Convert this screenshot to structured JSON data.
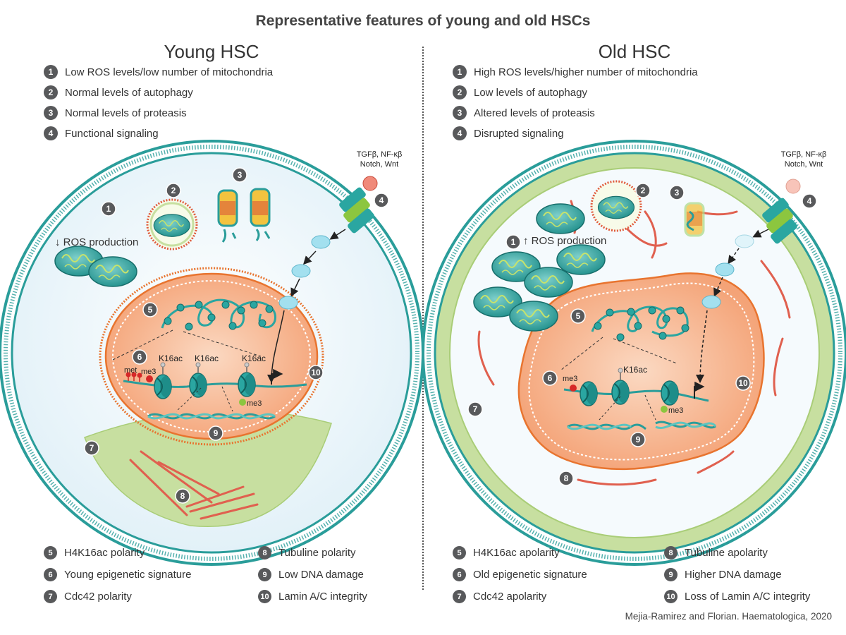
{
  "title": "Representative features of young and old HSCs",
  "young": {
    "title": "Young HSC",
    "top_features": [
      {
        "n": "1",
        "text": "Low ROS levels/low number of mitochondria"
      },
      {
        "n": "2",
        "text": "Normal levels of autophagy"
      },
      {
        "n": "3",
        "text": "Normal levels of proteasis"
      },
      {
        "n": "4",
        "text": "Functional signaling"
      }
    ],
    "bottom_features_left": [
      {
        "n": "5",
        "text": "H4K16ac polarity"
      },
      {
        "n": "6",
        "text": "Young epigenetic signature"
      },
      {
        "n": "7",
        "text": "Cdc42 polarity"
      }
    ],
    "bottom_features_right": [
      {
        "n": "8",
        "text": "Tubuline polarity"
      },
      {
        "n": "9",
        "text": "Low DNA damage"
      },
      {
        "n": "10",
        "text": "Lamin A/C integrity"
      }
    ],
    "ros_label": "ROS production",
    "ros_arrow": "↓",
    "signal_label_1": "TGFβ, NF-κβ",
    "signal_label_2": "Notch, Wnt",
    "k16ac": "K16ac",
    "met": "met",
    "me3_a": "me3",
    "me3_b": "me3"
  },
  "old": {
    "title": "Old HSC",
    "top_features": [
      {
        "n": "1",
        "text": "High ROS levels/higher number of mitochondria"
      },
      {
        "n": "2",
        "text": "Low levels of autophagy"
      },
      {
        "n": "3",
        "text": "Altered levels of proteasis"
      },
      {
        "n": "4",
        "text": "Disrupted signaling"
      }
    ],
    "bottom_features_left": [
      {
        "n": "5",
        "text": "H4K16ac apolarity"
      },
      {
        "n": "6",
        "text": "Old epigenetic signature"
      },
      {
        "n": "7",
        "text": "Cdc42 apolarity"
      }
    ],
    "bottom_features_right": [
      {
        "n": "8",
        "text": "Tubuline apolarity"
      },
      {
        "n": "9",
        "text": "Higher DNA damage"
      },
      {
        "n": "10",
        "text": "Loss of Lamin A/C integrity"
      }
    ],
    "ros_label": "ROS production",
    "ros_arrow": "↑",
    "signal_label_1": "TGFβ, NF-κβ",
    "signal_label_2": "Notch, Wnt",
    "k16ac": "K16ac",
    "me3_a": "me3",
    "me3_b": "me3"
  },
  "markers": [
    "1",
    "2",
    "3",
    "4",
    "5",
    "6",
    "7",
    "8",
    "9",
    "10"
  ],
  "credit": "Mejia-Ramirez and Florian. Haematologica, 2020",
  "colors": {
    "membrane_teal": "#2a9d9a",
    "cytoplasm": "#eef7fb",
    "nucleus_orange": "#f6b58d",
    "nucleus_rim": "#e8742f",
    "cdc42_green": "#c7dfa0",
    "tubulin_red": "#e0604f",
    "marker_gray": "#58595b"
  }
}
